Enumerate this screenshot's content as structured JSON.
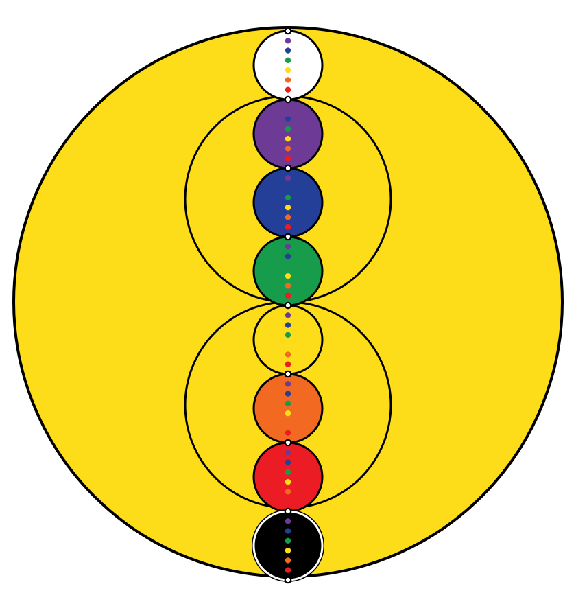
{
  "colors": {
    "background": "#ffffff",
    "field": "#fddd1a",
    "stroke": "#000000"
  },
  "spine_dot_colors": [
    "#000000",
    "#6d3b96",
    "#233f97",
    "#169c4a",
    "#fddd1a",
    "#f26a21",
    "#ec1c24"
  ],
  "spheres": [
    {
      "name": "white",
      "fill": "#ffffff"
    },
    {
      "name": "violet",
      "fill": "#6d3b96"
    },
    {
      "name": "blue",
      "fill": "#233f97"
    },
    {
      "name": "green",
      "fill": "#169c4a"
    },
    {
      "name": "yellow",
      "fill": "#fddd1a"
    },
    {
      "name": "orange",
      "fill": "#f26a21"
    },
    {
      "name": "red",
      "fill": "#ec1c24"
    },
    {
      "name": "black",
      "fill": "#000000"
    }
  ]
}
